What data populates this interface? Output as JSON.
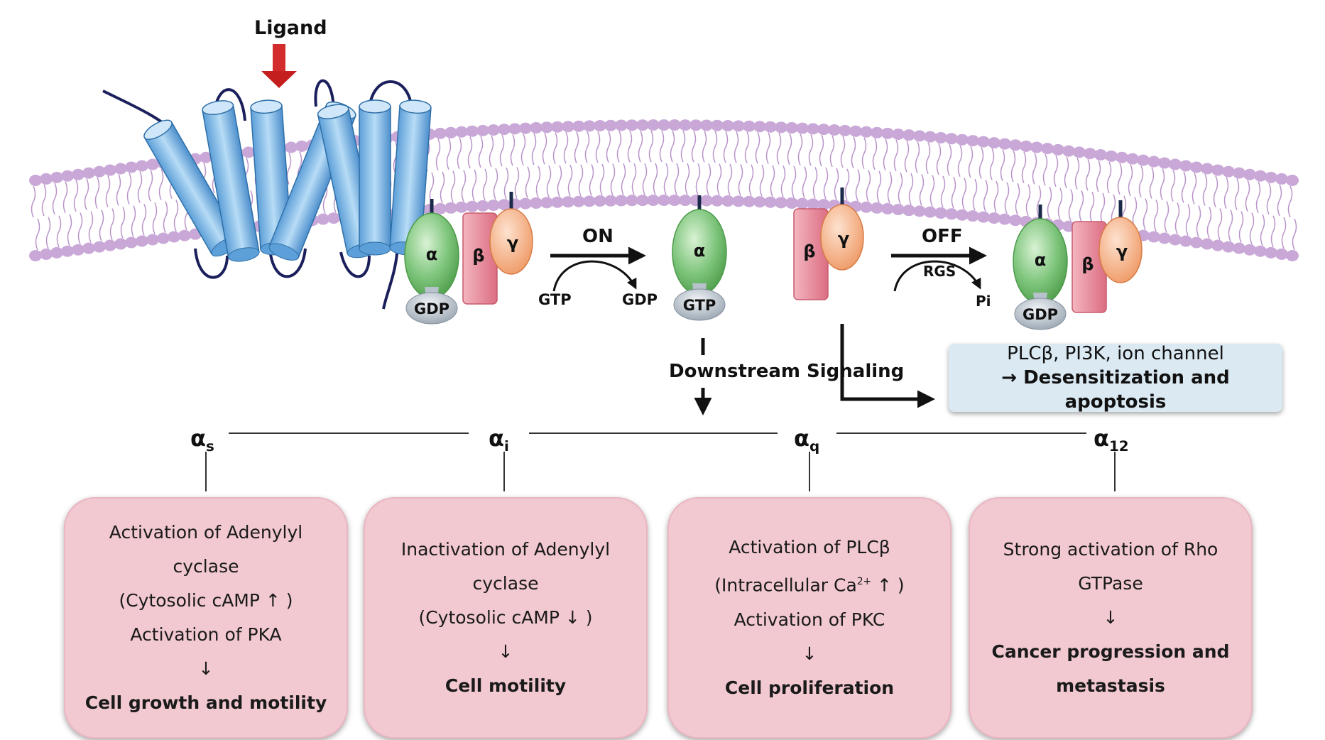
{
  "receptor": {
    "ligand_label": "Ligand"
  },
  "proteins": {
    "alpha": "α",
    "beta": "β",
    "gamma": "γ",
    "gdp": "GDP",
    "gtp": "GTP"
  },
  "on_cycle": {
    "label": "ON",
    "gtp": "GTP",
    "gdp": "GDP"
  },
  "off_cycle": {
    "label": "OFF",
    "rgs": "RGS",
    "pi": "Pi"
  },
  "downstream": {
    "label": "Downstream Signaling"
  },
  "info_box": {
    "line1": "PLCβ, PI3K, ion channel",
    "line2": "→ Desensitization and apoptosis"
  },
  "subunits": [
    {
      "symbol": "α",
      "subscript": "s",
      "lines": [
        "Activation of Adenylyl",
        "cyclase",
        "(Cytosolic cAMP ↑ )",
        "Activation of PKA",
        "↓"
      ],
      "result": "Cell growth and motility"
    },
    {
      "symbol": "α",
      "subscript": "i",
      "lines": [
        "Inactivation of Adenylyl",
        "cyclase",
        "(Cytosolic cAMP ↓ )",
        "↓"
      ],
      "result": "Cell motility"
    },
    {
      "symbol": "α",
      "subscript": "q",
      "lines": [
        "Activation of PLCβ",
        "(Intracellular Ca",
        "Activation of PKC",
        "↓"
      ],
      "ca_superscript": "2+",
      "ca_suffix": " ↑ )",
      "result": "Cell proliferation"
    },
    {
      "symbol": "α",
      "subscript": "12",
      "lines": [
        "Strong activation of Rho",
        "GTPase",
        "↓"
      ],
      "result_lines": [
        "Cancer progression and",
        "metastasis"
      ]
    }
  ],
  "colors": {
    "membrane_head": "#c9a8d8",
    "membrane_tail": "#b994c9",
    "helix": "#a9cfee",
    "alpha_subunit": "#7cc47a",
    "beta_subunit": "#e88a9a",
    "gamma_subunit": "#f4a878",
    "nucleotide": "#b8c2cc",
    "ligand_arrow": "#d22c2c",
    "card": "#f2c9d1",
    "info_box": "#dbe9f3"
  }
}
